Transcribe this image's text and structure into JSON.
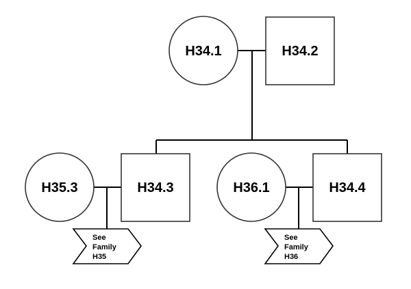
{
  "diagram": {
    "type": "pedigree",
    "generation1": {
      "female": {
        "id": "H34.1",
        "shape": "circle"
      },
      "male": {
        "id": "H34.2",
        "shape": "square"
      }
    },
    "generation2": [
      {
        "spouse": {
          "id": "H35.3",
          "shape": "circle"
        },
        "child": {
          "id": "H34.3",
          "shape": "square"
        },
        "reference": {
          "line1": "See",
          "line2": "Family",
          "line3": "H35"
        }
      },
      {
        "spouse": {
          "id": "H36.1",
          "shape": "circle"
        },
        "child": {
          "id": "H34.4",
          "shape": "square"
        },
        "reference": {
          "line1": "See",
          "line2": "Family",
          "line3": "H36"
        }
      }
    ],
    "colors": {
      "stroke": "#333333",
      "line": "#000000",
      "fill": "#ffffff"
    }
  }
}
